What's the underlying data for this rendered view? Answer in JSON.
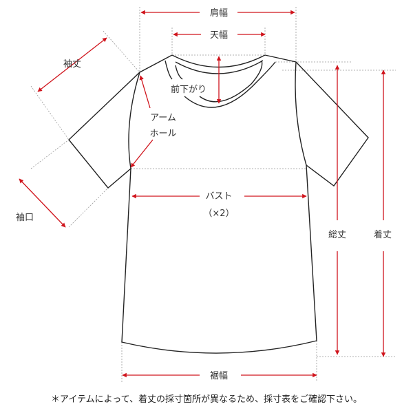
{
  "labels": {
    "shoulder_width": "肩幅",
    "neck_width": "天幅",
    "sleeve_length": "袖丈",
    "front_neck_drop": "前下がり",
    "armhole_line1": "アーム",
    "armhole_line2": "ホール",
    "bust": "バスト",
    "bust_note": "（×2）",
    "total_length": "総丈",
    "body_length": "着丈",
    "sleeve_opening": "袖口",
    "hem_width": "裾幅"
  },
  "footnote": "＊アイテムによって、着丈の採寸箇所が異なるため、採寸表をご確認下さい。",
  "colors": {
    "arrow": "#d0141c",
    "outline": "#222222",
    "guide": "#999999"
  }
}
